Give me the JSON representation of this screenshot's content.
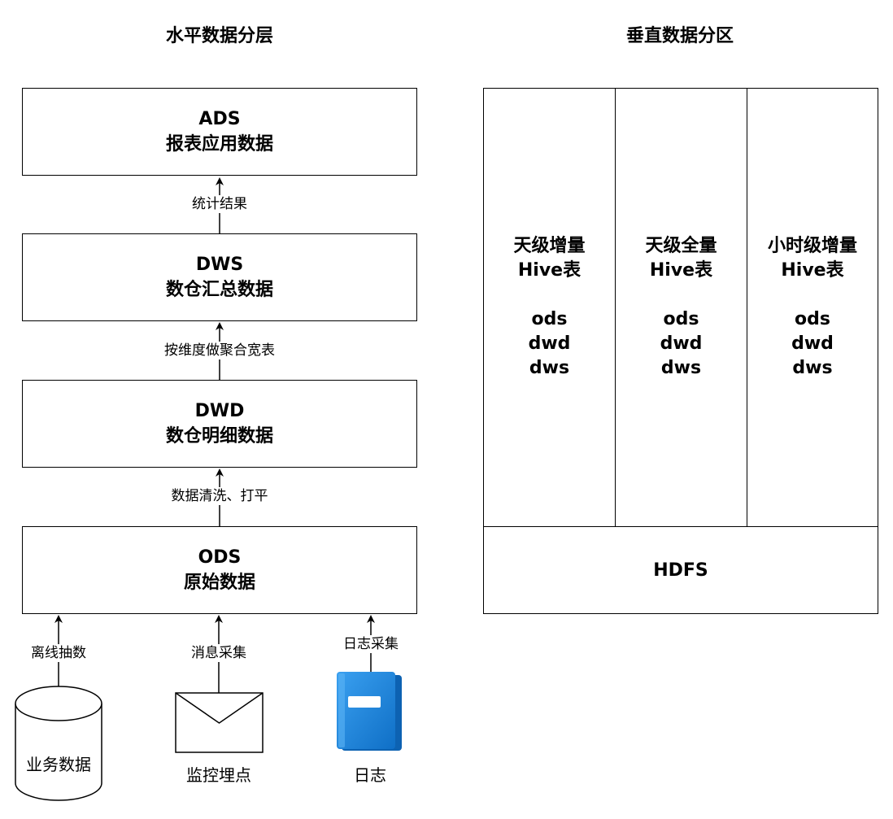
{
  "left_title": "水平数据分层",
  "right_title": "垂直数据分区",
  "layers": [
    {
      "code": "ADS",
      "name": "报表应用数据"
    },
    {
      "code": "DWS",
      "name": "数仓汇总数据"
    },
    {
      "code": "DWD",
      "name": "数仓明细数据"
    },
    {
      "code": "ODS",
      "name": "原始数据"
    }
  ],
  "edges": {
    "dws_to_ads": "统计结果",
    "dwd_to_dws": "按维度做聚合宽表",
    "ods_to_dwd": "数据清洗、打平",
    "biz_to_ods": "离线抽数",
    "tracking_to_ods": "消息采集",
    "log_to_ods": "日志采集"
  },
  "sources": {
    "business": "业务数据",
    "tracking": "监控埋点",
    "log": "日志"
  },
  "partitions": [
    {
      "title": "天级增量",
      "subtitle": "Hive表",
      "items": [
        "ods",
        "dwd",
        "dws"
      ]
    },
    {
      "title": "天级全量",
      "subtitle": "Hive表",
      "items": [
        "ods",
        "dwd",
        "dws"
      ]
    },
    {
      "title": "小时级增量",
      "subtitle": "Hive表",
      "items": [
        "ods",
        "dwd",
        "dws"
      ]
    }
  ],
  "storage": "HDFS",
  "colors": {
    "stroke": "#000000",
    "book_blue": "#1f86de",
    "book_dark": "#0d62b2"
  }
}
